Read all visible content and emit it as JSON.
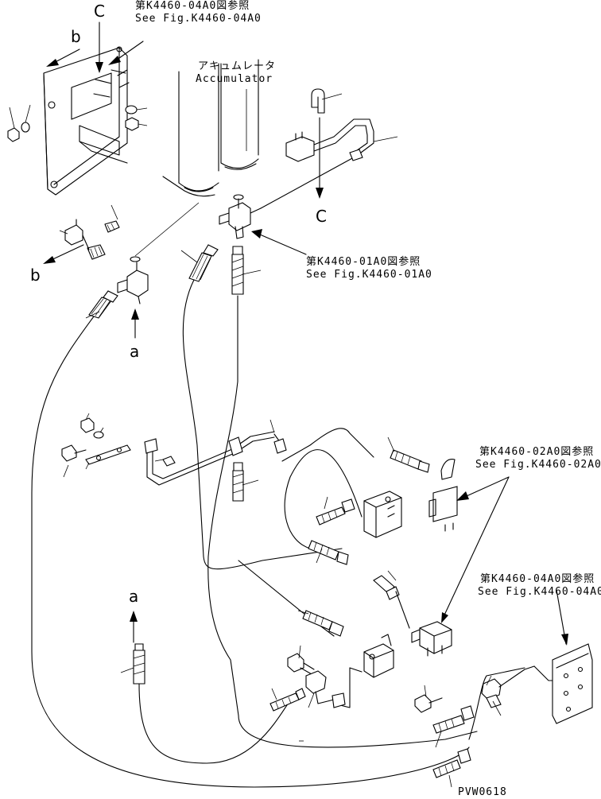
{
  "refs": {
    "top_left_jp": "第K4460-04A0図参照",
    "top_left_en": "See Fig.K4460-04A0",
    "center_jp": "第K4460-01A0図参照",
    "center_en": "See Fig.K4460-01A0",
    "right_jp": "第K4460-02A0図参照",
    "right_en": "See Fig.K4460-02A0",
    "bottom_right_jp": "第K4460-04A0図参照",
    "bottom_right_en": "See Fig.K4460-04A0"
  },
  "accumulator": {
    "jp": "アキュムレータ",
    "en": "Accumulator"
  },
  "markers": {
    "c_top": "C",
    "c_mid": "C",
    "b_top": "b",
    "b_mid": "b",
    "a_mid": "a",
    "a_low": "a"
  },
  "drawing_code": "PVW0618"
}
